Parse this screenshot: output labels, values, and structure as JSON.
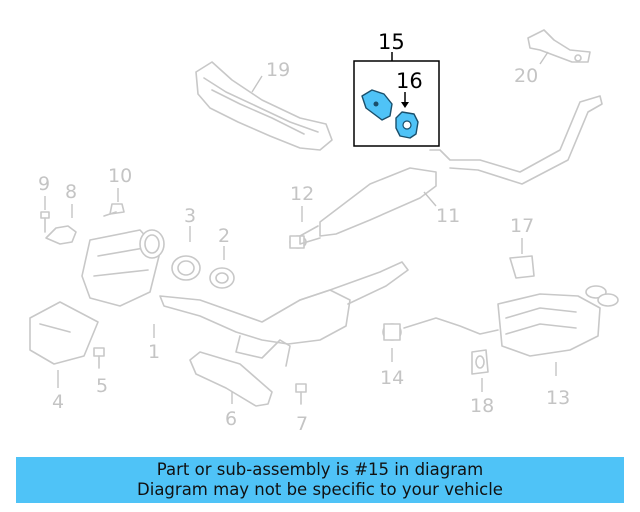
{
  "diagram": {
    "highlighted_callouts": [
      {
        "id": "15",
        "label": "15"
      },
      {
        "id": "16",
        "label": "16"
      }
    ],
    "callouts": [
      {
        "id": "19",
        "label": "19"
      },
      {
        "id": "20",
        "label": "20"
      },
      {
        "id": "10",
        "label": "10"
      },
      {
        "id": "9",
        "label": "9"
      },
      {
        "id": "8",
        "label": "8"
      },
      {
        "id": "12",
        "label": "12"
      },
      {
        "id": "11",
        "label": "11"
      },
      {
        "id": "3",
        "label": "3"
      },
      {
        "id": "2",
        "label": "2"
      },
      {
        "id": "17",
        "label": "17"
      },
      {
        "id": "1",
        "label": "1"
      },
      {
        "id": "5",
        "label": "5"
      },
      {
        "id": "4",
        "label": "4"
      },
      {
        "id": "6",
        "label": "6"
      },
      {
        "id": "7",
        "label": "7"
      },
      {
        "id": "14",
        "label": "14"
      },
      {
        "id": "18",
        "label": "18"
      },
      {
        "id": "13",
        "label": "13"
      }
    ],
    "highlight_color": "#4fc3f7"
  },
  "notice": {
    "line1": "Part or sub-assembly is #15 in diagram",
    "line2": "Diagram may not be specific to your vehicle",
    "background": "#4fc3f7"
  }
}
